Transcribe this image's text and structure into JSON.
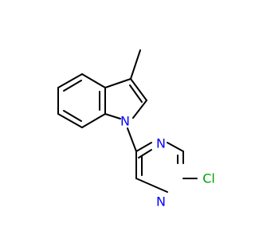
{
  "molecule": {
    "atoms": {
      "n_indole": {
        "symbol": "N",
        "color": "#0000ff"
      },
      "n_pyrimidine_1": {
        "symbol": "N",
        "color": "#0000ff"
      },
      "n_pyrimidine_2": {
        "symbol": "N",
        "color": "#0000ff"
      },
      "cl": {
        "symbol": "Cl",
        "color": "#00a000"
      }
    },
    "bond_color": "#000000"
  }
}
